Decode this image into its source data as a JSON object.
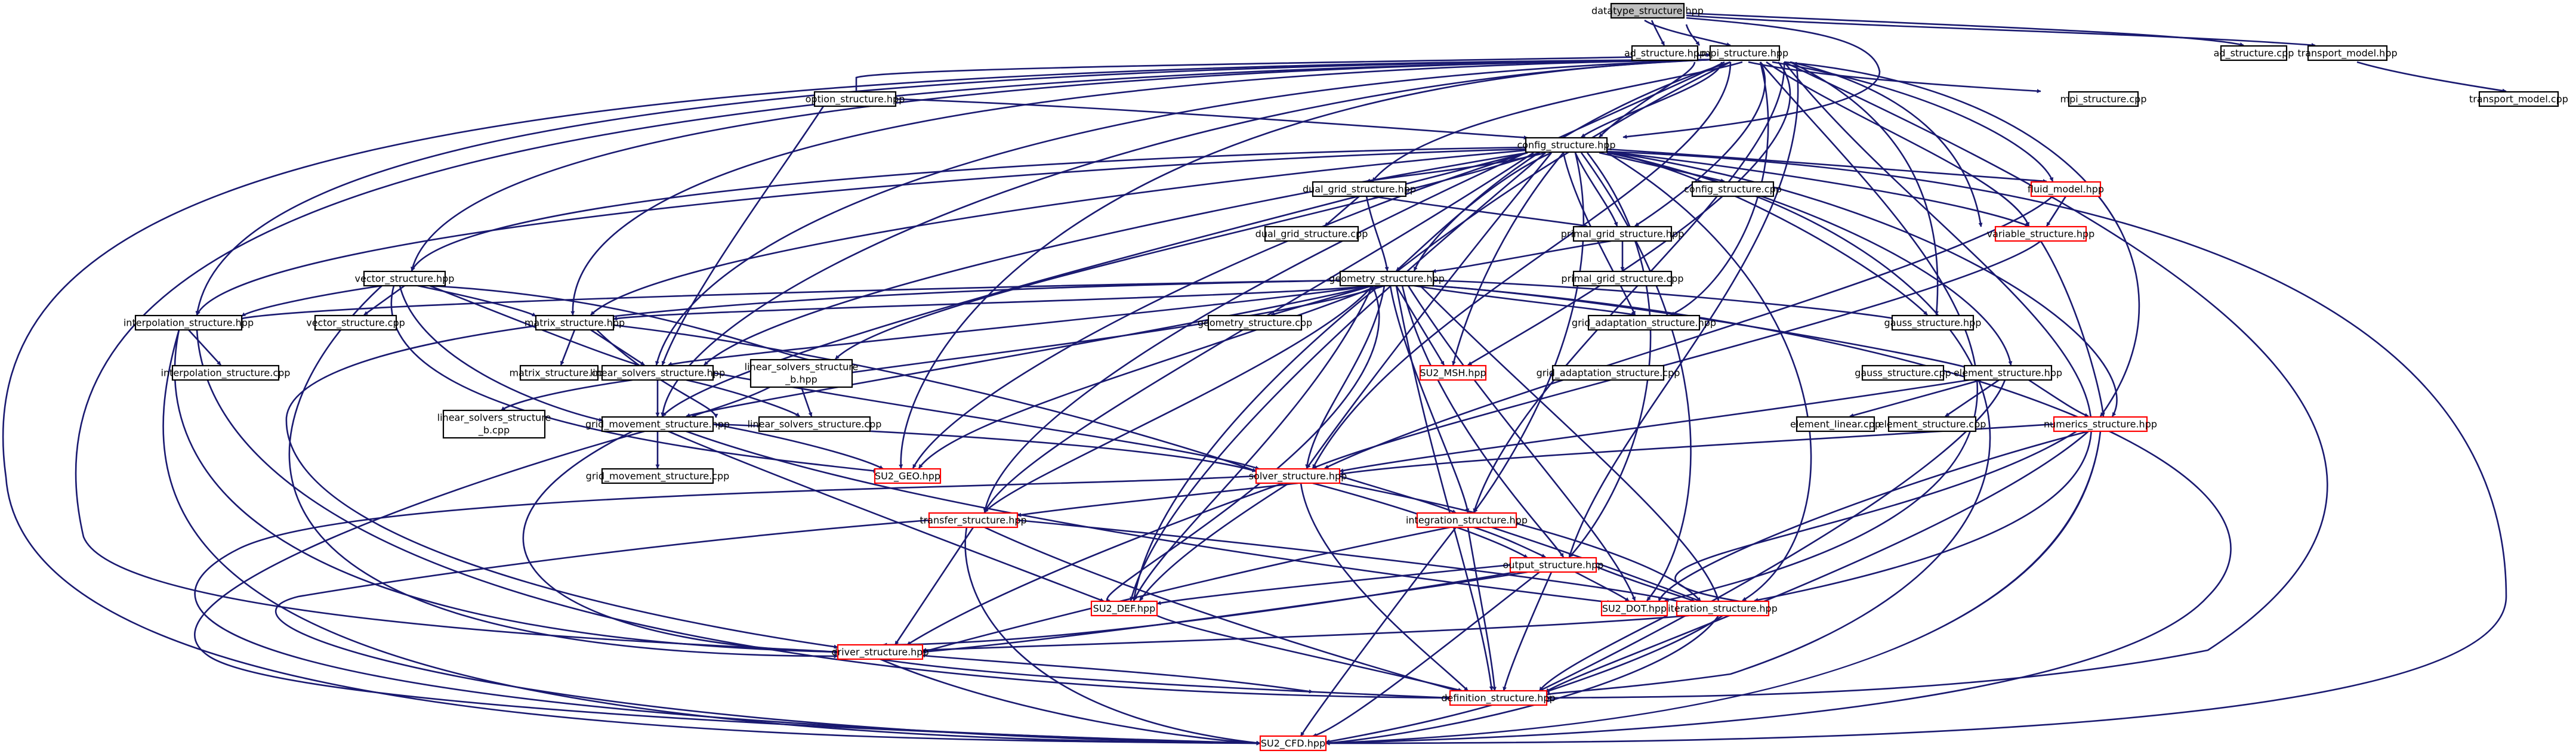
{
  "colors": {
    "edge": "#191970",
    "node_border": "#000000",
    "truncated_border": "#ff0000",
    "root_fill": "#bfbfbf"
  },
  "nodes": {
    "datatype_structure_hpp": "datatype_structure.hpp",
    "ad_structure_hpp": "ad_structure.hpp",
    "mpi_structure_hpp": "mpi_structure.hpp",
    "ad_structure_cpp": "ad_structure.cpp",
    "transport_model_hpp": "transport_model.hpp",
    "transport_model_cpp": "transport_model.cpp",
    "option_structure_hpp": "option_structure.hpp",
    "mpi_structure_cpp": "mpi_structure.cpp",
    "config_structure_hpp": "config_structure.hpp",
    "config_structure_cpp": "config_structure.cpp",
    "fluid_model_hpp": "fluid_model.hpp",
    "dual_grid_structure_hpp": "dual_grid_structure.hpp",
    "dual_grid_structure_cpp": "dual_grid_structure.cpp",
    "primal_grid_structure_hpp": "primal_grid_structure.hpp",
    "primal_grid_structure_cpp": "primal_grid_structure.cpp",
    "variable_structure_hpp": "variable_structure.hpp",
    "geometry_structure_hpp": "geometry_structure.hpp",
    "vector_structure_hpp": "vector_structure.hpp",
    "vector_structure_cpp": "vector_structure.cpp",
    "interpolation_structure_hpp": "interpolation_structure.hpp",
    "interpolation_structure_cpp": "interpolation_structure.cpp",
    "matrix_structure_hpp": "matrix_structure.hpp",
    "matrix_structure_cpp": "matrix_structure.cpp",
    "geometry_structure_cpp": "geometry_structure.cpp",
    "grid_adaptation_structure_hpp": "grid_adaptation_structure.hpp",
    "grid_adaptation_structure_cpp": "grid_adaptation_structure.cpp",
    "gauss_structure_hpp": "gauss_structure.hpp",
    "gauss_structure_cpp": "gauss_structure.cpp",
    "linear_solvers_structure_hpp": "linear_solvers_structure.hpp",
    "linear_solvers_structure_b_hpp_l1": "linear_solvers_structure",
    "linear_solvers_structure_b_hpp_l2": "_b.hpp",
    "su2_msh_hpp": "SU2_MSH.hpp",
    "element_structure_hpp": "element_structure.hpp",
    "linear_solvers_structure_b_cpp_l1": "linear_solvers_structure",
    "linear_solvers_structure_b_cpp_l2": "_b.cpp",
    "grid_movement_structure_hpp": "grid_movement_structure.hpp",
    "linear_solvers_structure_cpp": "linear_solvers_structure.cpp",
    "element_linear_cpp": "element_linear.cpp",
    "element_structure_cpp": "element_structure.cpp",
    "numerics_structure_hpp": "numerics_structure.hpp",
    "grid_movement_structure_cpp": "grid_movement_structure.cpp",
    "su2_geo_hpp": "SU2_GEO.hpp",
    "solver_structure_hpp": "solver_structure.hpp",
    "transfer_structure_hpp": "transfer_structure.hpp",
    "integration_structure_hpp": "integration_structure.hpp",
    "output_structure_hpp": "output_structure.hpp",
    "su2_def_hpp": "SU2_DEF.hpp",
    "su2_dot_hpp": "SU2_DOT.hpp",
    "iteration_structure_hpp": "iteration_structure.hpp",
    "driver_structure_hpp": "driver_structure.hpp",
    "definition_structure_hpp": "definition_structure.hpp",
    "su2_cfd_hpp": "SU2_CFD.hpp"
  }
}
